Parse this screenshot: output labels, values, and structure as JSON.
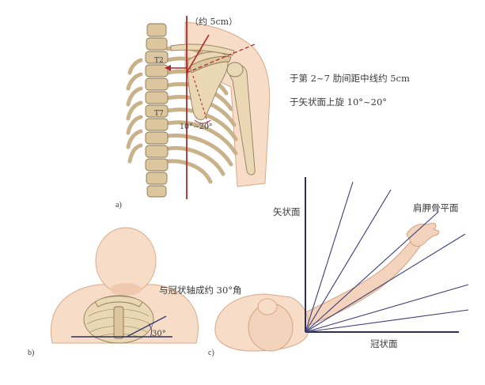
{
  "labels": {
    "dist_callout": "（约 5cm）",
    "vert_t2": "T2",
    "vert_t7": "T7",
    "angle_small": "10°~20°",
    "desc_intercostal": "于第 2~7 肋间距中线约 5cm",
    "desc_rotation": "于矢状面上旋 10°~20°",
    "desc_coronal": "与冠状轴成约 30°角",
    "angle_30": "30°",
    "sagittal_plane": "矢状面",
    "scapular_plane": "肩胛骨平面",
    "coronal_plane": "冠状面"
  },
  "panels": {
    "a": "a)",
    "b": "b)",
    "c": "c)"
  },
  "colors": {
    "midline": "#b1282b",
    "axes": "#2e2e5c",
    "rays": "#3b3e78",
    "skin": "#f7ddc8",
    "bone": "#ead7b3"
  }
}
